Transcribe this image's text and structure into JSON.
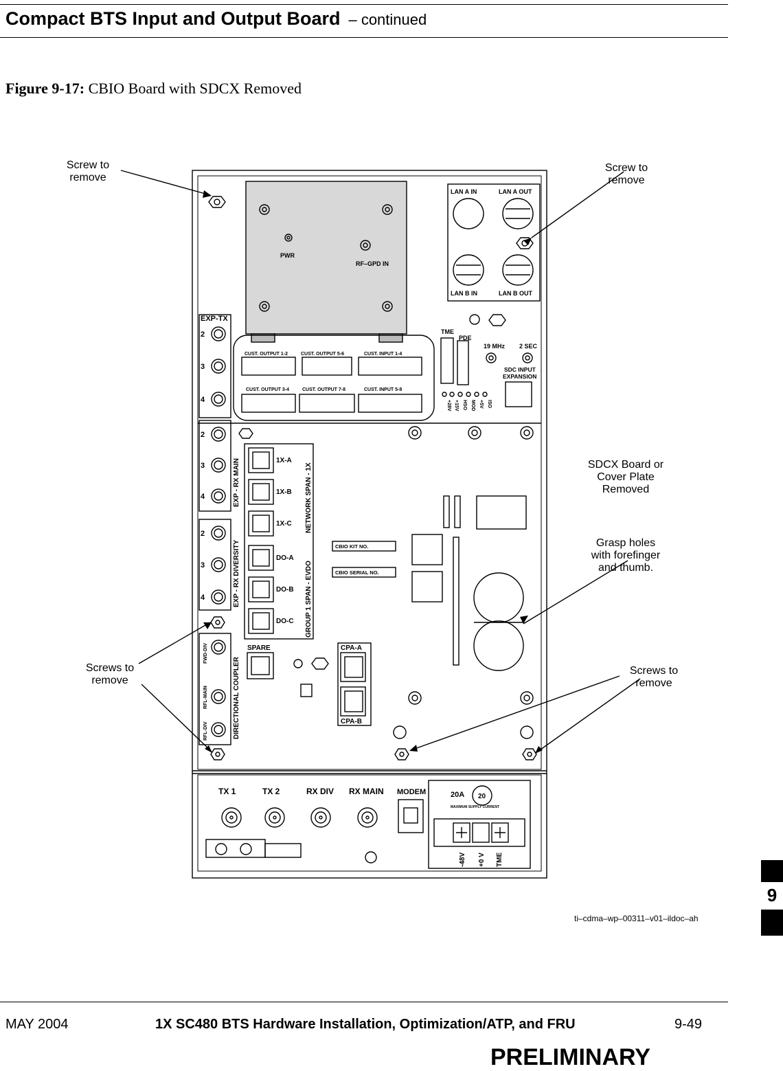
{
  "header": {
    "title": "Compact BTS Input and Output Board",
    "continued": "– continued"
  },
  "figure": {
    "caption_label": "Figure 9-17:",
    "caption_text": "CBIO Board with SDCX Removed",
    "id": "ti–cdma–wp–00311–v01–ildoc–ah"
  },
  "callouts": {
    "screw_top_left": "Screw to\nremove",
    "screw_top_right": "Screw to\nremove",
    "sdcx_removed": "SDCX Board or\nCover Plate\nRemoved",
    "grasp_holes": "Grasp holes\nwith forefinger\nand thumb.",
    "screws_left": "Screws to\nremove",
    "screws_right": "Screws to\nremove"
  },
  "board_labels": {
    "pwr": "PWR",
    "rf_gpd_in": "RF–GPD IN",
    "lan_a_in": "LAN A IN",
    "lan_a_out": "LAN A OUT",
    "lan_b_in": "LAN B IN",
    "lan_b_out": "LAN B OUT",
    "exp_tx": "EXP-TX",
    "tme": "TME",
    "pde": "PDE",
    "mhz19": "19 MHz",
    "sec2": "2 SEC",
    "sdc_input": "SDC INPUT",
    "expansion": "EXPANSION",
    "cust_out_12": "CUST. OUTPUT 1-2",
    "cust_out_56": "CUST. OUTPUT 5-6",
    "cust_in_14": "CUST. INPUT 1-4",
    "cust_out_34": "CUST. OUTPUT 3-4",
    "cust_out_78": "CUST. OUTPUT 7-8",
    "cust_in_58": "CUST. INPUT 5-8",
    "leds": [
      "+28V",
      "+15V",
      "HSO",
      "MOD",
      "+5V",
      "ISO"
    ],
    "exp_rx_main": "EXP - RX MAIN",
    "exp_rx_div": "EXP - RX DIVERSITY",
    "network_span": "NETWORK SPAN - 1X",
    "group_span": "GROUP 1 SPAN - EVDO",
    "dir_coupler": "DIRECTIONAL COUPLER",
    "fwd_div": "FWD-DIV",
    "rfl_main": "RFL-MAIN",
    "rfl_div": "RFL-DIV",
    "ports_1x": [
      "1X-A",
      "1X-B",
      "1X-C"
    ],
    "ports_do": [
      "DO-A",
      "DO-B",
      "DO-C"
    ],
    "digits": [
      "2",
      "3",
      "4"
    ],
    "cbio_kit": "CBIO KIT NO.",
    "cbio_serial": "CBIO SERIAL NO.",
    "spare": "SPARE",
    "cpa_a": "CPA-A",
    "cpa_b": "CPA-B",
    "tx1": "TX 1",
    "tx2": "TX 2",
    "rx_div": "RX DIV",
    "rx_main": "RX MAIN",
    "modem": "MODEM",
    "amp20": "20A",
    "fuse20": "20",
    "max_supply": "MAXIMUM SUPPLY CURRENT",
    "neg48": "-48V",
    "zero_v": "+0 V",
    "tme_bottom": "TME"
  },
  "footer": {
    "date": "MAY 2004",
    "title": "1X SC480 BTS Hardware Installation, Optimization/ATP, and FRU",
    "page": "9-49",
    "preliminary": "PRELIMINARY"
  },
  "side_tab": {
    "chapter": "9"
  }
}
